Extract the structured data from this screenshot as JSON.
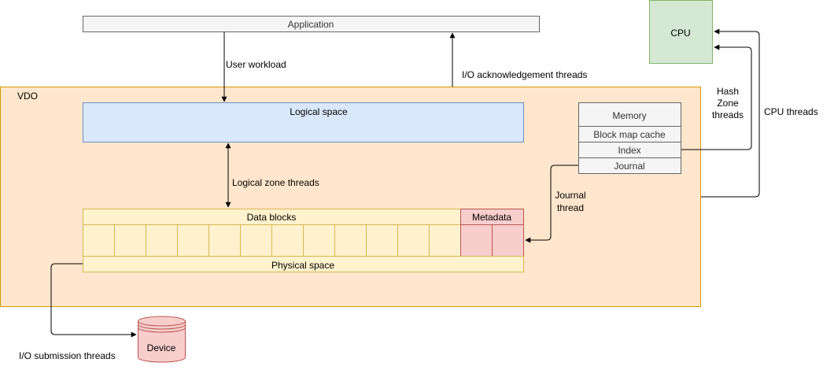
{
  "labels": {
    "application": "Application",
    "cpu": "CPU",
    "vdo": "VDO",
    "logical_space": "Logical space",
    "memory": "Memory",
    "block_map_cache": "Block map cache",
    "index": "Index",
    "journal": "Journal",
    "data_blocks": "Data blocks",
    "metadata": "Metadata",
    "physical_space": "Physical space",
    "device": "Device"
  },
  "edge_labels": {
    "user_workload": "User workload",
    "io_ack_threads": "I/O acknowledgement threads",
    "logical_zone_threads": "Logical zone threads",
    "hash_zone_1": "Hash",
    "hash_zone_2": "Zone",
    "hash_zone_3": "threads",
    "cpu_threads": "CPU threads",
    "journal_thread_1": "Journal",
    "journal_thread_2": "thread",
    "io_submission_threads": "I/O submission threads"
  },
  "colors": {
    "vdo_fill": "#ffe6cc",
    "vdo_stroke": "#d79b00",
    "logical_fill": "#dae8fc",
    "logical_stroke": "#6c8ebf",
    "cpu_fill": "#d5e8d4",
    "cpu_stroke": "#82b366",
    "data_fill": "#fff2cc",
    "data_stroke": "#d6b656",
    "meta_fill": "#f8cecc",
    "meta_stroke": "#b85450",
    "app_fill": "#f5f5f5",
    "app_stroke": "#666666"
  }
}
